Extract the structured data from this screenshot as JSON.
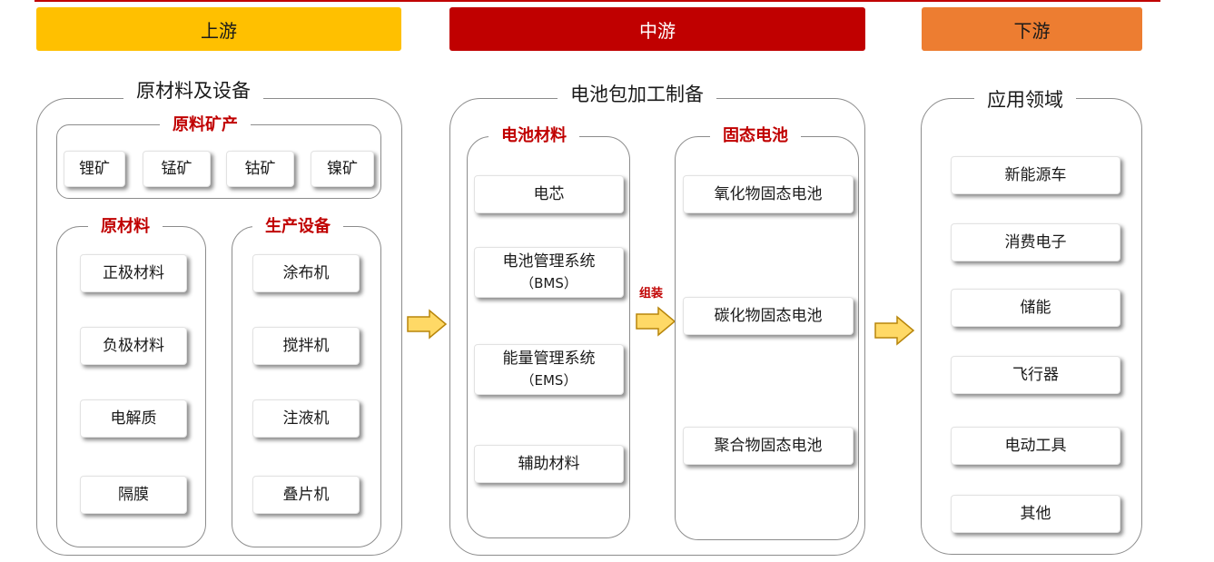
{
  "stages": {
    "upstream": "上游",
    "midstream": "中游",
    "downstream": "下游"
  },
  "upstream": {
    "title": "原材料及设备",
    "minerals": {
      "title": "原料矿产",
      "items": [
        "锂矿",
        "锰矿",
        "钴矿",
        "镍矿"
      ]
    },
    "materials": {
      "title": "原材料",
      "items": [
        "正极材料",
        "负极材料",
        "电解质",
        "隔膜"
      ]
    },
    "equipment": {
      "title": "生产设备",
      "items": [
        "涂布机",
        "搅拌机",
        "注液机",
        "叠片机"
      ]
    }
  },
  "midstream": {
    "title": "电池包加工制备",
    "battery_materials": {
      "title": "电池材料",
      "items": [
        {
          "label": "电芯",
          "sub": ""
        },
        {
          "label": "电池管理系统",
          "sub": "（BMS）"
        },
        {
          "label": "能量管理系统",
          "sub": "（EMS）"
        },
        {
          "label": "辅助材料",
          "sub": ""
        }
      ]
    },
    "assemble_label": "组装",
    "solid_state": {
      "title": "固态电池",
      "items": [
        "氧化物固态电池",
        "碳化物固态电池",
        "聚合物固态电池"
      ]
    }
  },
  "downstream": {
    "title": "应用领域",
    "items": [
      "新能源车",
      "消费电子",
      "储能",
      "飞行器",
      "电动工具",
      "其他"
    ]
  },
  "colors": {
    "upstream": "#ffc000",
    "midstream": "#c00000",
    "downstream": "#ed7d31",
    "arrow_fill": "#ffd966",
    "arrow_stroke": "#b8860b",
    "accent_text": "#c00000"
  }
}
